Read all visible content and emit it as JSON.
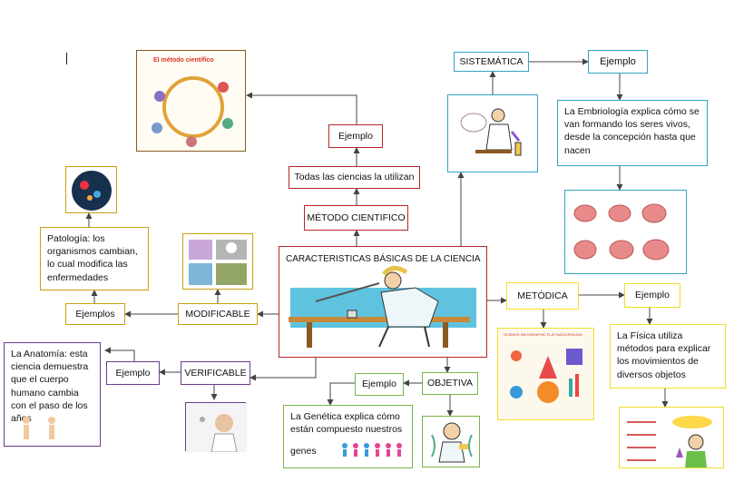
{
  "central": {
    "label": "CARACTERISTICAS BÁSICAS DE LA CIENCIA"
  },
  "metodo_cientifico": {
    "label": "MÉTODO CIENTIFICO",
    "sub": "Todas las ciencias la utilizan",
    "ejemplo": "Ejemplo",
    "image_title": "El método científico"
  },
  "sistematica": {
    "label": "SISTEMÁTICA",
    "ejemplo": "Ejemplo",
    "text": "La Embriología explica cómo se van formando los seres vivos, desde la concepción hasta que nacen"
  },
  "metodica": {
    "label": "METÓDICA",
    "ejemplo": "Ejemplo",
    "text": "La Física utiliza métodos para explicar los movimientos de diversos objetos",
    "image_title": "SCIENCE INFOGRAPHIC FLAT BACKGROUND"
  },
  "modificable": {
    "label": "MODIFICABLE",
    "ejemplos": "Ejemplos",
    "text": "Patología: los organismos cambian, lo cual modifica las enfermedades"
  },
  "verificable": {
    "label": "VERIFICABLE",
    "ejemplo": "Ejemplo",
    "text": "La Anatomía: esta ciencia demuestra que el cuerpo humano cambia con el paso de los años"
  },
  "objetiva": {
    "label": "OBJETIVA",
    "ejemplo": "Ejemplo",
    "text_line1": "La Genética explica cómo están compuesto nuestros",
    "text_line2": "genes"
  },
  "colors": {
    "gold": "#c7a00e",
    "red": "#b3272a",
    "blue": "#33a2c2",
    "green": "#7ab648",
    "purple": "#6d3a8e",
    "yellow": "#f0de2a",
    "arrow": "#444444"
  }
}
